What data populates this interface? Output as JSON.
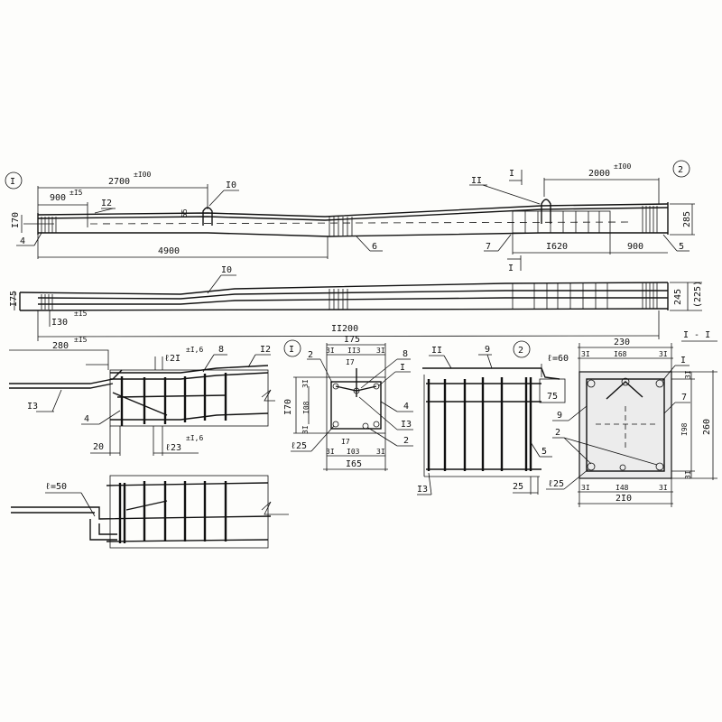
{
  "elevation_top": {
    "node_1": "I",
    "node_2": "2",
    "dim_2700": "2700",
    "tol_2700": "±I00",
    "dim_900_left": "900",
    "tol_900_left": "±I5",
    "label_12": "I2",
    "label_10": "I0",
    "dim_55": "55",
    "dim_170": "I70",
    "label_4": "4",
    "dim_4900": "4900",
    "label_6": "6",
    "label_7": "7",
    "dim_1620": "I620",
    "dim_900_right": "900",
    "label_5": "5",
    "dim_285": "285",
    "label_11": "II",
    "section_mark": "I",
    "dim_2000": "2000",
    "tol_2000": "±I00"
  },
  "plan": {
    "dim_175": "I75",
    "label_10": "I0",
    "dim_130": "I30",
    "tol_130": "±I5",
    "dim_11200": "II200",
    "dim_245": "245",
    "dim_225": "(225)",
    "dim_280": "280",
    "tol_280": "±I5"
  },
  "detail_1": {
    "label_13": "I3",
    "label_4": "4",
    "dim_20": "20",
    "l21": "ℓ2I",
    "tol_l21": "±I,6",
    "l23": "ℓ23",
    "tol_l23": "±I,6",
    "label_8": "8",
    "label_12": "I2",
    "l50": "ℓ=50"
  },
  "section_1": {
    "node": "I",
    "dim_175": "I75",
    "dim_31a": "3I",
    "dim_113": "II3",
    "dim_31b": "3I",
    "dim_17_top": "I7",
    "label_2_top": "2",
    "label_8": "8",
    "label_1": "I",
    "dim_170": "I70",
    "dim_108": "I08",
    "dim_31_v1": "3I",
    "dim_31_v2": "3I",
    "label_4": "4",
    "label_13": "I3",
    "label_2_bot": "2",
    "l25": "ℓ25",
    "dim_17_bot": "I7",
    "dim_31c": "3I",
    "dim_103": "I03",
    "dim_31d": "3I",
    "dim_165": "I65"
  },
  "detail_2": {
    "label_11": "II",
    "label_9": "9",
    "node": "2",
    "l60": "ℓ=60",
    "dim_75": "75",
    "label_13": "I3",
    "label_5": "5",
    "dim_25": "25"
  },
  "section_I_I": {
    "title": "I - I",
    "dim_230": "230",
    "dim_31a": "3I",
    "dim_168": "I68",
    "dim_31b": "3I",
    "label_1": "I",
    "label_9": "9",
    "label_7": "7",
    "label_2": "2",
    "dim_198": "I98",
    "dim_260": "260",
    "dim_31_v1": "3I",
    "dim_31_v2": "3I",
    "l25": "ℓ25",
    "dim_31c": "3I",
    "dim_148": "I48",
    "dim_31d": "3I",
    "dim_210": "2I0"
  }
}
